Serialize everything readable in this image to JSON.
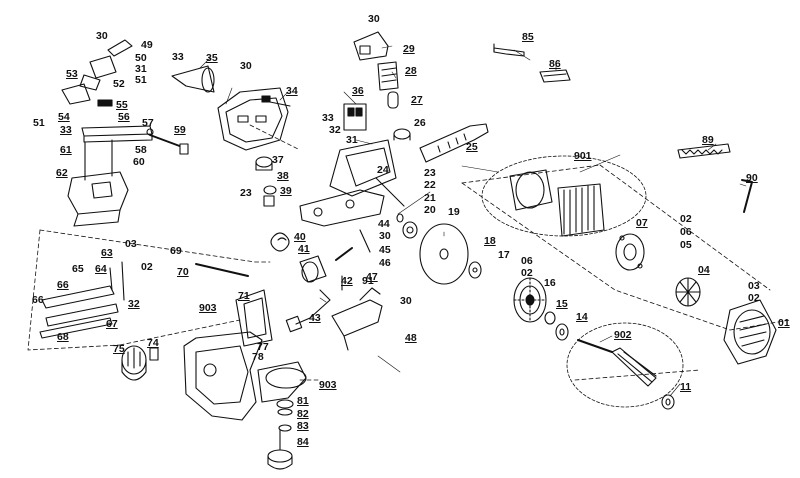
{
  "diagram": {
    "callouts": [
      "30",
      "49",
      "50",
      "31",
      "51",
      "33",
      "35",
      "30",
      "53",
      "52",
      "55",
      "54",
      "51",
      "33",
      "56",
      "57",
      "58",
      "59",
      "61",
      "60",
      "62",
      "30",
      "29",
      "28",
      "27",
      "36",
      "34",
      "33",
      "32",
      "31",
      "26",
      "25",
      "37",
      "38",
      "39",
      "23",
      "24",
      "22",
      "23",
      "21",
      "20",
      "19",
      "44",
      "40",
      "30",
      "45",
      "46",
      "41",
      "42",
      "91",
      "47",
      "30",
      "48",
      "03",
      "63",
      "02",
      "69",
      "70",
      "65",
      "64",
      "66",
      "32",
      "67",
      "68",
      "903",
      "71",
      "77",
      "78",
      "74",
      "75",
      "903",
      "81",
      "82",
      "83",
      "84",
      "43",
      "85",
      "86",
      "89",
      "90",
      "901",
      "07",
      "02",
      "06",
      "05",
      "18",
      "17",
      "06",
      "02",
      "16",
      "04",
      "15",
      "14",
      "03",
      "02",
      "01",
      "902",
      "11"
    ]
  }
}
